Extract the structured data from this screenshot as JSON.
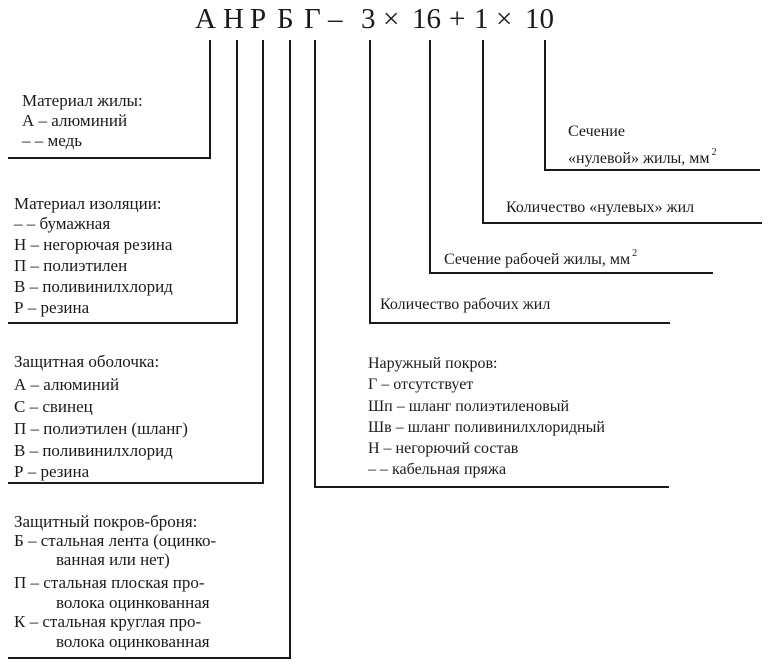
{
  "code": [
    "А",
    "Н",
    "Р",
    "Б",
    "Г",
    "–",
    "3",
    "×",
    "16",
    "+",
    "1",
    "×",
    "10"
  ],
  "left": {
    "core": {
      "title": "Материал жилы:",
      "items": [
        "А – алюминий",
        "– – медь"
      ]
    },
    "insulation": {
      "title": "Материал изоляции:",
      "items": [
        "– – бумажная",
        "Н – негорючая резина",
        "П – полиэтилен",
        "В – поливинилхлорид",
        "Р – резина"
      ]
    },
    "sheath": {
      "title": "Защитная оболочка:",
      "items": [
        "А – алюминий",
        "С – свинец",
        "П – полиэтилен (шланг)",
        "В – поливинилхлорид",
        "Р – резина"
      ]
    },
    "armor": {
      "title": "Защитный покров-броня:",
      "items": [
        "Б – стальная лента (оцинко-",
        "ванная или нет)",
        "П – стальная плоская про-",
        "волока оцинкованная",
        "К – стальная круглая про-",
        "волока оцинкованная"
      ]
    }
  },
  "right": {
    "neutral_section": {
      "line1": "Сечение",
      "line2": "«нулевой» жилы, мм",
      "sup": "2"
    },
    "neutral_count": "Количество «нулевых» жил",
    "work_section": {
      "text": "Сечение рабочей жилы, мм",
      "sup": "2"
    },
    "work_count": "Количество рабочих жил",
    "outer": {
      "title": "Наружный покров:",
      "items": [
        "Г – отсутствует",
        "Шп – шланг полиэтиленовый",
        "Шв – шланг поливинилхлоридный",
        "Н – негорючий состав",
        "– – кабельная пряжа"
      ]
    }
  }
}
